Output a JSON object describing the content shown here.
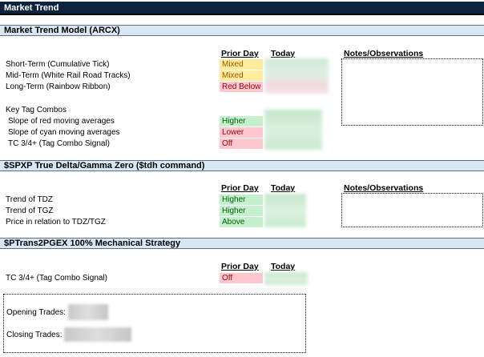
{
  "title": "Market Trend",
  "sections": {
    "model": "Market Trend Model (ARCX)",
    "tdh": "$SPXP True Delta/Gamma Zero ($tdh command)",
    "ptrans": "$PTrans2PGEX 100% Mechanical Strategy"
  },
  "headers": {
    "prior_day": "Prior Day",
    "today": "Today",
    "notes": "Notes/Observations"
  },
  "model_rows": [
    {
      "label": "Short-Term (Cumulative Tick)",
      "prior": "Mixed",
      "status": "yellow"
    },
    {
      "label": "Mid-Term (White Rail Road Tracks)",
      "prior": "Mixed",
      "status": "yellow"
    },
    {
      "label": "Long-Term (Rainbow Ribbon)",
      "prior": "Red Below",
      "status": "red"
    }
  ],
  "key_tag_combos": "Key Tag Combos",
  "combo_rows": [
    {
      "label": "Slope of red moving averages",
      "prior": "Higher",
      "status": "green"
    },
    {
      "label": "Slope of cyan moving averages",
      "prior": "Lower",
      "status": "red"
    },
    {
      "label": "TC 3/4+ (Tag Combo Signal)",
      "prior": "Off",
      "status": "red"
    }
  ],
  "tdh_rows": [
    {
      "label": "Trend of TDZ",
      "prior": "Higher",
      "status": "green"
    },
    {
      "label": "Trend of TGZ",
      "prior": "Higher",
      "status": "green"
    },
    {
      "label": "Price in relation to TDZ/TGZ",
      "prior": "Above",
      "status": "green"
    }
  ],
  "ptrans_rows": [
    {
      "label": "TC 3/4+ (Tag Combo Signal)",
      "prior": "Off",
      "status": "red"
    }
  ],
  "trades": {
    "opening": "Opening Trades:",
    "closing": "Closing Trades:"
  },
  "colors": {
    "title_bar": "#0c2340",
    "section_bar": "#d9e6f4",
    "yellow_fill": "#ffeb9c",
    "red_fill": "#ffc7ce",
    "green_fill": "#c6efce"
  }
}
